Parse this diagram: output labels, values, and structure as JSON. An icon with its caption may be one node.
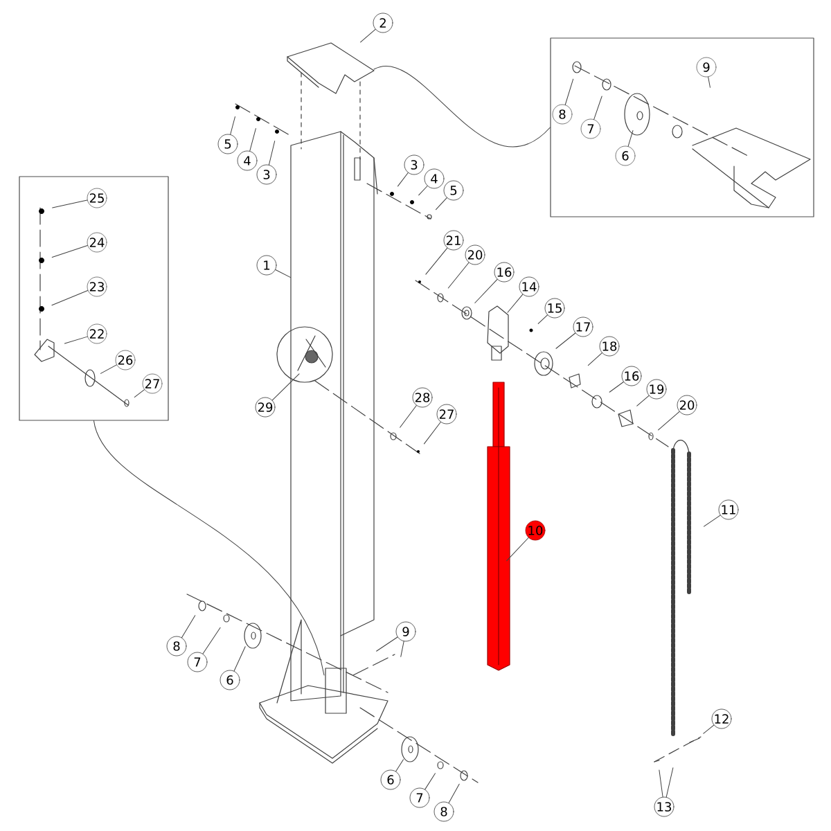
{
  "diagram": {
    "nodes": [
      {
        "text": [],
        "shape": "box"
      },
      {
        "text": [
          "8"
        ],
        "in": 0
      },
      {
        "text": [
          "7"
        ],
        "in": 0
      },
      {
        "text": [
          "6"
        ],
        "in": 0
      },
      {
        "text": [
          "9"
        ],
        "in": 0
      },
      {
        "text": [],
        "shape": "box"
      },
      {
        "text": [
          "25"
        ],
        "in": 5
      },
      {
        "text": [
          "24"
        ],
        "in": 5
      },
      {
        "text": [
          "23"
        ],
        "in": 5
      },
      {
        "text": [
          "22"
        ],
        "in": 5
      },
      {
        "text": [
          "26"
        ],
        "in": 5
      },
      {
        "text": [
          "27"
        ],
        "in": 5
      },
      {
        "text": [
          "2"
        ]
      },
      {
        "text": [
          "5"
        ]
      },
      {
        "text": [
          "4"
        ]
      },
      {
        "text": [
          "3"
        ]
      },
      {
        "text": [
          "3"
        ]
      },
      {
        "text": [
          "4"
        ]
      },
      {
        "text": [
          "5"
        ]
      },
      {
        "text": [
          "1"
        ]
      },
      {
        "text": [
          "21"
        ]
      },
      {
        "text": [
          "20"
        ]
      },
      {
        "text": [
          "16"
        ]
      },
      {
        "text": [
          "14"
        ]
      },
      {
        "text": [
          "15"
        ]
      },
      {
        "text": [
          "17"
        ]
      },
      {
        "text": [
          "18"
        ]
      },
      {
        "text": [
          "16"
        ]
      },
      {
        "text": [
          "19"
        ]
      },
      {
        "text": [
          "20"
        ]
      },
      {
        "text": [
          "29"
        ]
      },
      {
        "text": [
          "28"
        ]
      },
      {
        "text": [
          "27"
        ]
      },
      {
        "text": [
          "10"
        ]
      },
      {
        "text": [
          "11"
        ]
      },
      {
        "text": [
          "8"
        ]
      },
      {
        "text": [
          "7"
        ]
      },
      {
        "text": [
          "6"
        ]
      },
      {
        "text": [
          "9"
        ]
      },
      {
        "text": [
          "6"
        ]
      },
      {
        "text": [
          "7"
        ]
      },
      {
        "text": [
          "8"
        ]
      },
      {
        "text": [
          "12"
        ]
      },
      {
        "text": [
          "13"
        ]
      }
    ],
    "edges": [
      {
        "from": 0,
        "to": null,
        "arrow": "none"
      },
      {
        "from": 1,
        "to": null,
        "arrow": "none"
      },
      {
        "from": 2,
        "to": null,
        "arrow": "none"
      },
      {
        "from": 3,
        "to": null,
        "arrow": "none"
      },
      {
        "from": 4,
        "to": null,
        "arrow": "none"
      },
      {
        "from": 5,
        "to": null,
        "arrow": "none"
      },
      {
        "from": 6,
        "to": null,
        "arrow": "none"
      },
      {
        "from": 7,
        "to": null,
        "arrow": "none"
      },
      {
        "from": 8,
        "to": null,
        "arrow": "none"
      },
      {
        "from": 9,
        "to": null,
        "arrow": "none"
      },
      {
        "from": 10,
        "to": null,
        "arrow": "none"
      },
      {
        "from": 11,
        "to": null,
        "arrow": "none"
      },
      {
        "from": 12,
        "to": null,
        "arrow": "none"
      },
      {
        "from": 13,
        "to": null,
        "arrow": "none"
      },
      {
        "from": 14,
        "to": null,
        "arrow": "none"
      },
      {
        "from": 15,
        "to": null,
        "arrow": "none"
      },
      {
        "from": 16,
        "to": null,
        "arrow": "none"
      },
      {
        "from": 17,
        "to": null,
        "arrow": "none"
      },
      {
        "from": 18,
        "to": null,
        "arrow": "none"
      },
      {
        "from": 19,
        "to": null,
        "arrow": "none"
      },
      {
        "from": 20,
        "to": null,
        "arrow": "none"
      },
      {
        "from": 21,
        "to": null,
        "arrow": "none"
      },
      {
        "from": 22,
        "to": null,
        "arrow": "none"
      },
      {
        "from": 23,
        "to": null,
        "arrow": "none"
      },
      {
        "from": 24,
        "to": null,
        "arrow": "none"
      },
      {
        "from": 25,
        "to": null,
        "arrow": "none"
      },
      {
        "from": 26,
        "to": null,
        "arrow": "none"
      },
      {
        "from": 27,
        "to": null,
        "arrow": "none"
      },
      {
        "from": 28,
        "to": null,
        "arrow": "none"
      },
      {
        "from": 29,
        "to": null,
        "arrow": "none"
      },
      {
        "from": 30,
        "to": null,
        "arrow": "none"
      },
      {
        "from": 31,
        "to": null,
        "arrow": "none"
      },
      {
        "from": 32,
        "to": null,
        "arrow": "none"
      },
      {
        "from": 33,
        "to": null,
        "arrow": "none"
      },
      {
        "from": 34,
        "to": null,
        "arrow": "none"
      },
      {
        "from": 35,
        "to": null,
        "arrow": "none"
      },
      {
        "from": 36,
        "to": null,
        "arrow": "none"
      },
      {
        "from": 37,
        "to": null,
        "arrow": "none"
      },
      {
        "from": 38,
        "to": null,
        "arrow": "none"
      },
      {
        "from": 38,
        "to": null,
        "arrow": "none"
      },
      {
        "from": 39,
        "to": null,
        "arrow": "none"
      },
      {
        "from": 40,
        "to": null,
        "arrow": "none"
      },
      {
        "from": 41,
        "to": null,
        "arrow": "none"
      },
      {
        "from": 42,
        "to": null,
        "arrow": "none"
      },
      {
        "from": 43,
        "to": null,
        "arrow": "none"
      },
      {
        "from": 43,
        "to": null,
        "arrow": "none"
      }
    ]
  }
}
